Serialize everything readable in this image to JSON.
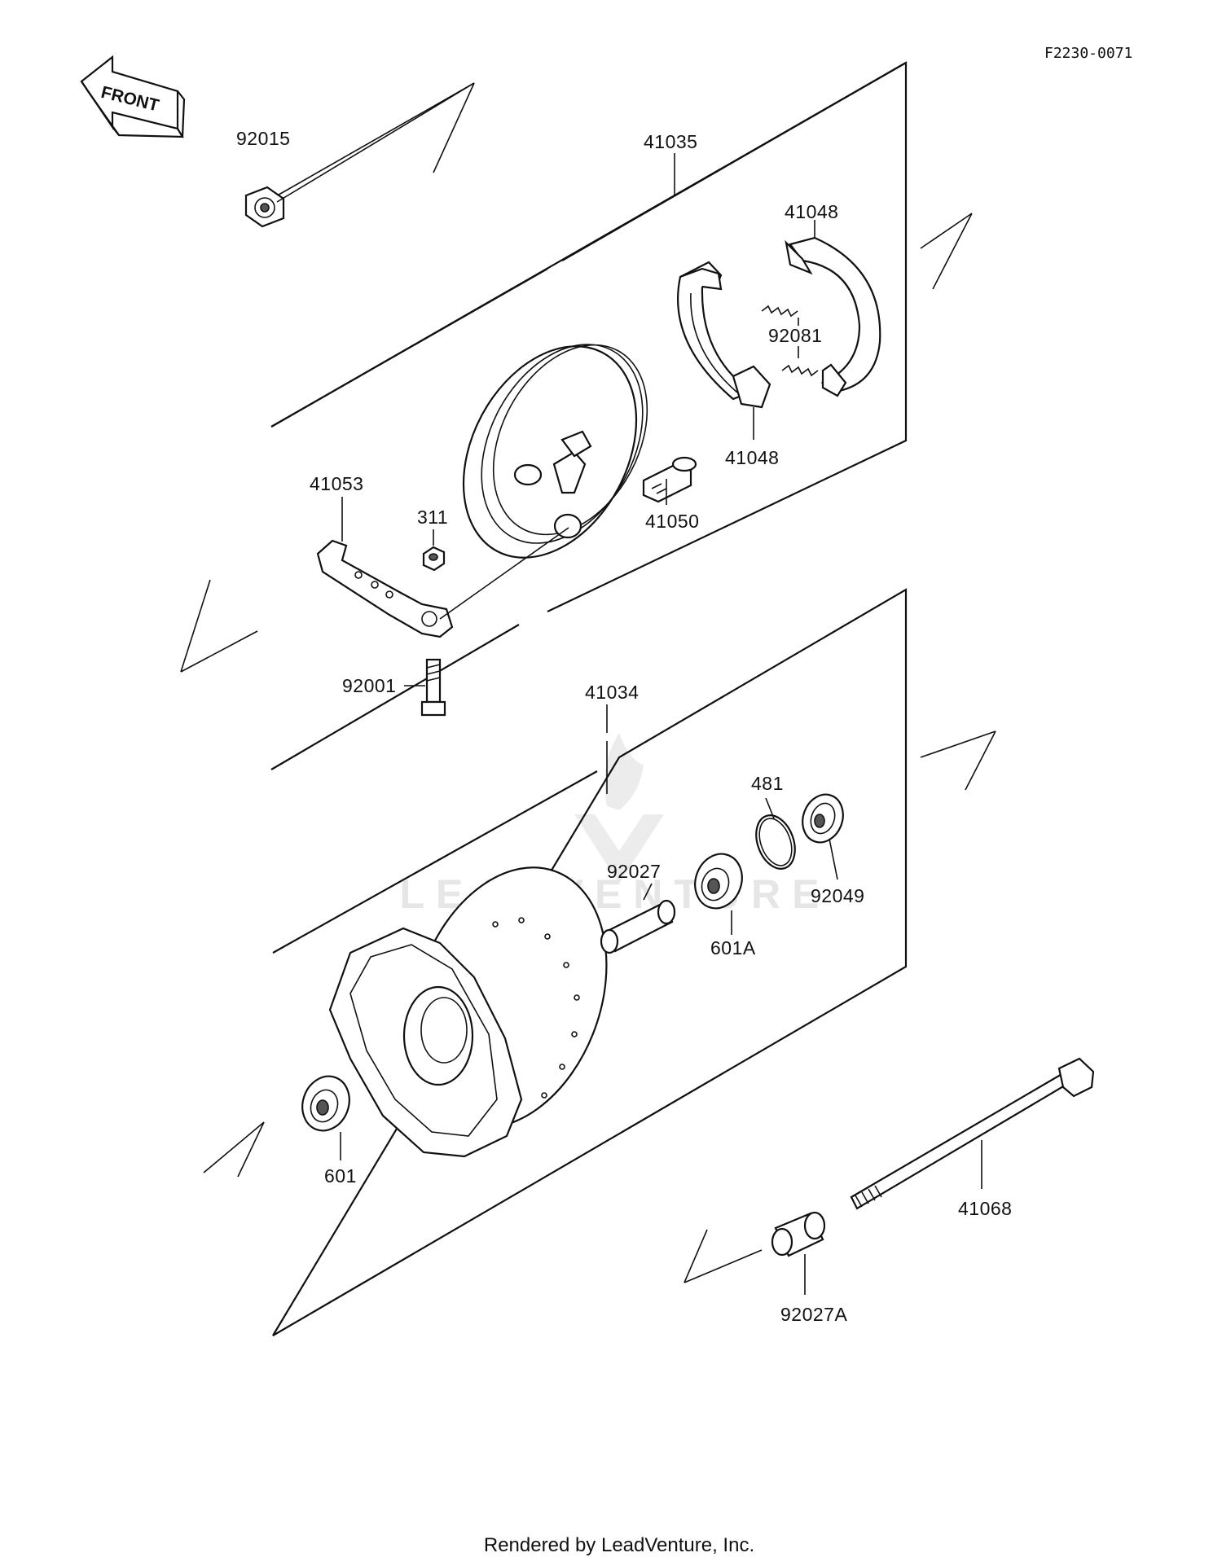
{
  "diagram": {
    "ref_code": "F2230-0071",
    "front_arrow_label": "FRONT",
    "footer": "Rendered by LeadVenture, Inc.",
    "watermark": "LEADVENTURE",
    "parts": [
      {
        "id": "p92015",
        "label": "92015"
      },
      {
        "id": "p41035",
        "label": "41035"
      },
      {
        "id": "p41048a",
        "label": "41048"
      },
      {
        "id": "p92081",
        "label": "92081"
      },
      {
        "id": "p41048b",
        "label": "41048"
      },
      {
        "id": "p41053",
        "label": "41053"
      },
      {
        "id": "p311",
        "label": "311"
      },
      {
        "id": "p41050",
        "label": "41050"
      },
      {
        "id": "p92001",
        "label": "92001"
      },
      {
        "id": "p41034",
        "label": "41034"
      },
      {
        "id": "p481",
        "label": "481"
      },
      {
        "id": "p92027",
        "label": "92027"
      },
      {
        "id": "p92049",
        "label": "92049"
      },
      {
        "id": "p601A",
        "label": "601A"
      },
      {
        "id": "p601",
        "label": "601"
      },
      {
        "id": "p41068",
        "label": "41068"
      },
      {
        "id": "p92027A",
        "label": "92027A"
      }
    ]
  }
}
